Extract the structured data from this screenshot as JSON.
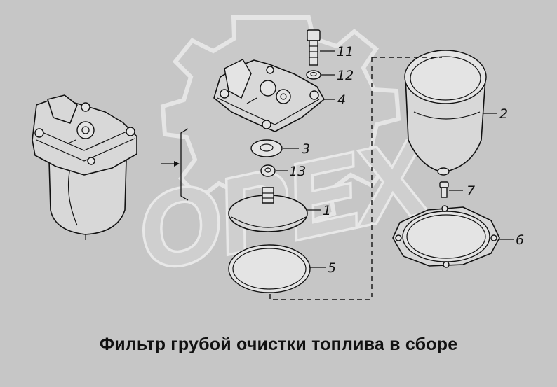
{
  "title": "Фильтр грубой очистки топлива в сборе",
  "watermark": {
    "text": "OPEX"
  },
  "callouts": [
    {
      "id": "c11",
      "text": "11"
    },
    {
      "id": "c12",
      "text": "12"
    },
    {
      "id": "c4",
      "text": "4"
    },
    {
      "id": "c2",
      "text": "2"
    },
    {
      "id": "c3",
      "text": "3"
    },
    {
      "id": "c13",
      "text": "13"
    },
    {
      "id": "c7",
      "text": "7"
    },
    {
      "id": "c1",
      "text": "1"
    },
    {
      "id": "c6",
      "text": "6"
    },
    {
      "id": "c5",
      "text": "5"
    }
  ],
  "colors": {
    "background": "#c6c6c6",
    "line": "#111111",
    "watermark": "#d2d2d2"
  }
}
